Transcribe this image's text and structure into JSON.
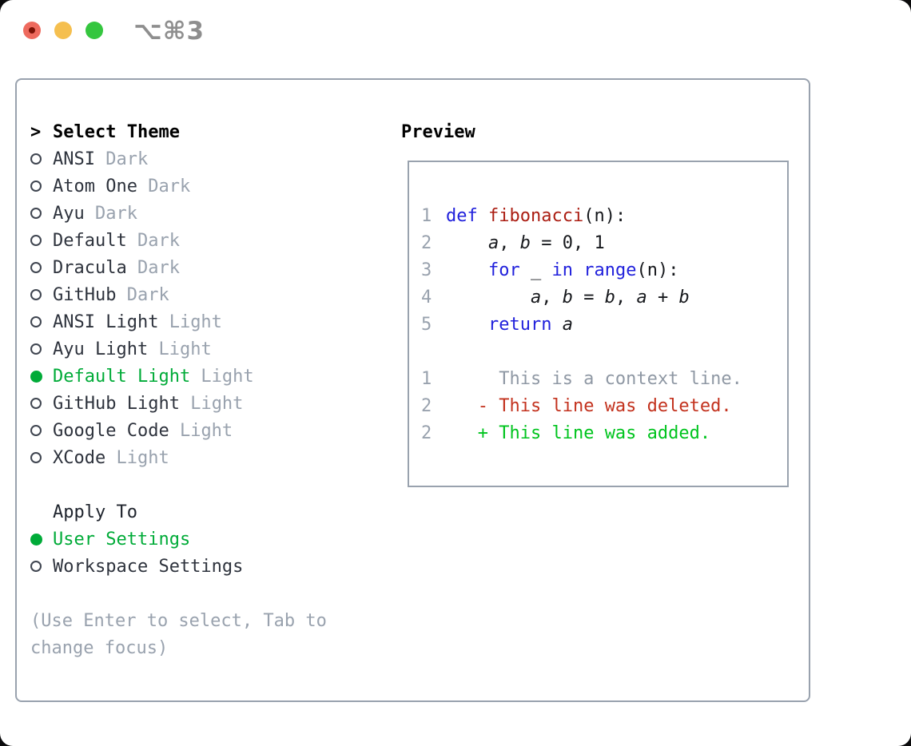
{
  "window": {
    "title": "⌥⌘3"
  },
  "titlebar": {
    "buttons": [
      "close",
      "minimize",
      "zoom"
    ],
    "close_has_dot": true
  },
  "theme_picker": {
    "prompt": ">",
    "heading": "Select Theme",
    "items": [
      {
        "name": "ANSI",
        "variant": "Dark",
        "selected": false
      },
      {
        "name": "Atom One",
        "variant": "Dark",
        "selected": false
      },
      {
        "name": "Ayu",
        "variant": "Dark",
        "selected": false
      },
      {
        "name": "Default",
        "variant": "Dark",
        "selected": false
      },
      {
        "name": "Dracula",
        "variant": "Dark",
        "selected": false
      },
      {
        "name": "GitHub",
        "variant": "Dark",
        "selected": false
      },
      {
        "name": "ANSI Light",
        "variant": "Light",
        "selected": false
      },
      {
        "name": "Ayu Light",
        "variant": "Light",
        "selected": false
      },
      {
        "name": "Default Light",
        "variant": "Light",
        "selected": true
      },
      {
        "name": "GitHub Light",
        "variant": "Light",
        "selected": false
      },
      {
        "name": "Google Code",
        "variant": "Light",
        "selected": false
      },
      {
        "name": "XCode",
        "variant": "Light",
        "selected": false
      }
    ],
    "apply_to": {
      "heading": "Apply To",
      "options": [
        {
          "name": "User Settings",
          "selected": true
        },
        {
          "name": "Workspace Settings",
          "selected": false
        }
      ]
    },
    "hint_lines": [
      "(Use Enter to select, Tab to",
      "change focus)"
    ]
  },
  "preview": {
    "heading": "Preview",
    "code_lines": [
      {
        "num": "1",
        "segments": [
          {
            "t": "def",
            "c": "kw"
          },
          {
            "t": " ",
            "c": "fg"
          },
          {
            "t": "fibonacci",
            "c": "fn"
          },
          {
            "t": "(n):",
            "c": "fg"
          }
        ]
      },
      {
        "num": "2",
        "segments": [
          {
            "t": "    ",
            "c": "fg"
          },
          {
            "t": "a",
            "c": "fg",
            "i": true
          },
          {
            "t": ", ",
            "c": "fg"
          },
          {
            "t": "b",
            "c": "fg",
            "i": true
          },
          {
            "t": " = 0, 1",
            "c": "fg"
          }
        ]
      },
      {
        "num": "3",
        "segments": [
          {
            "t": "    ",
            "c": "fg"
          },
          {
            "t": "for",
            "c": "kw"
          },
          {
            "t": " _ ",
            "c": "fg"
          },
          {
            "t": "in",
            "c": "kw"
          },
          {
            "t": " ",
            "c": "fg"
          },
          {
            "t": "range",
            "c": "kw"
          },
          {
            "t": "(n):",
            "c": "fg"
          }
        ]
      },
      {
        "num": "4",
        "segments": [
          {
            "t": "        ",
            "c": "fg"
          },
          {
            "t": "a",
            "c": "fg",
            "i": true
          },
          {
            "t": ", ",
            "c": "fg"
          },
          {
            "t": "b",
            "c": "fg",
            "i": true
          },
          {
            "t": " = ",
            "c": "fg"
          },
          {
            "t": "b",
            "c": "fg",
            "i": true
          },
          {
            "t": ", ",
            "c": "fg"
          },
          {
            "t": "a",
            "c": "fg",
            "i": true
          },
          {
            "t": " + ",
            "c": "fg"
          },
          {
            "t": "b",
            "c": "fg",
            "i": true
          }
        ]
      },
      {
        "num": "5",
        "segments": [
          {
            "t": "    ",
            "c": "fg"
          },
          {
            "t": "return",
            "c": "kw"
          },
          {
            "t": " ",
            "c": "fg"
          },
          {
            "t": "a",
            "c": "fg",
            "i": true
          }
        ]
      }
    ],
    "diff_lines": [
      {
        "num": "1",
        "segments": [
          {
            "t": "     This is a context line.",
            "c": "ctx"
          }
        ]
      },
      {
        "num": "2",
        "segments": [
          {
            "t": "   ",
            "c": "fg"
          },
          {
            "t": "- This line was deleted.",
            "c": "del"
          }
        ]
      },
      {
        "num": "2",
        "segments": [
          {
            "t": "   ",
            "c": "fg"
          },
          {
            "t": "+ This line was added.",
            "c": "add"
          }
        ]
      }
    ]
  },
  "colors": {
    "green": "#00ab38",
    "item": "#2e333d",
    "muted": "#99a2ae",
    "border": "#99a2ae",
    "title-gray": "#8e8e8e",
    "kw": "#2121dc",
    "fn": "#ab1d12",
    "fg": "#16181c",
    "ctx": "#8f98a4",
    "del": "#c3321e",
    "add": "#00c41e",
    "tl-red": "#ee6a5e",
    "tl-yellow": "#f5bf4f",
    "tl-green": "#35c63f",
    "tl-dot": "#7c1206"
  }
}
